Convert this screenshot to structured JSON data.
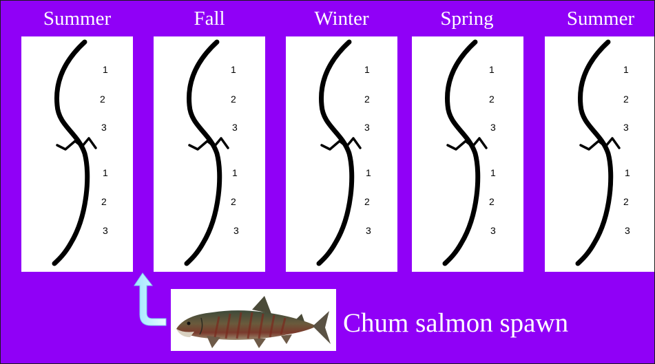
{
  "seasons": [
    "Summer",
    "Fall",
    "Winter",
    "Spring",
    "Summer"
  ],
  "reach_numbers": [
    "1",
    "2",
    "3",
    "1",
    "2",
    "3"
  ],
  "caption": "Chum salmon spawn",
  "colors": {
    "background": "#9000f7",
    "panel": "#ffffff",
    "stream": "#000000",
    "arrow": "#c8f0ff"
  },
  "icons": {
    "arrow": "curved-up-arrow-icon",
    "fish": "chum-salmon-image"
  }
}
